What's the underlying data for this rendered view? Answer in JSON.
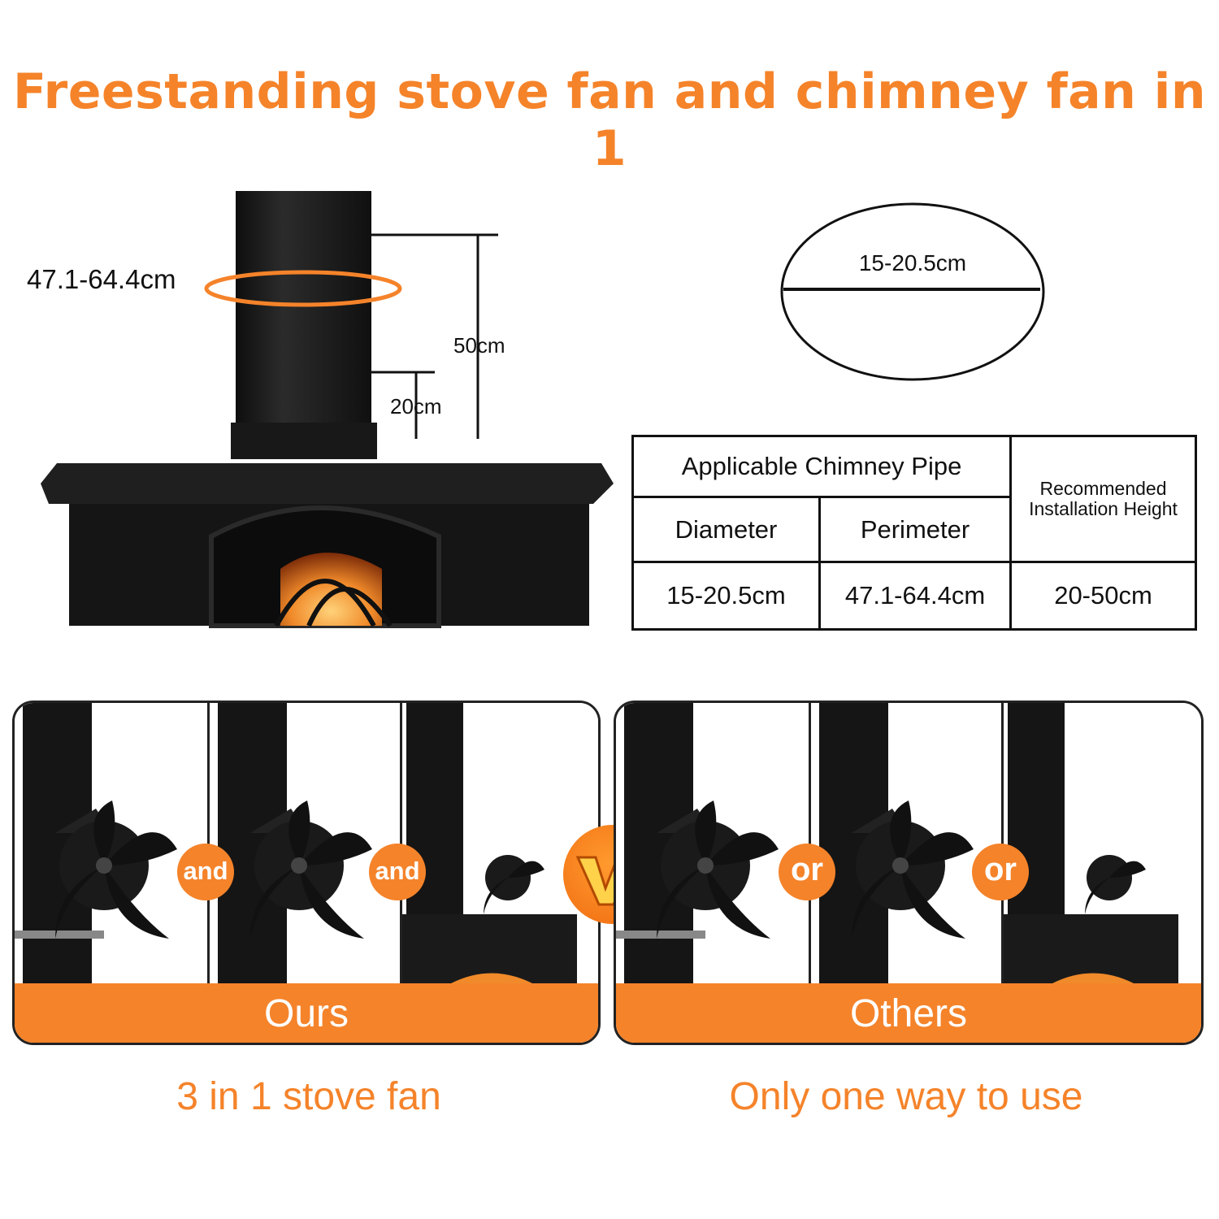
{
  "title": "Freestanding stove fan and chimney fan in 1",
  "diagram": {
    "perimeter_label": "47.1-64.4cm",
    "height_max_label": "50cm",
    "height_min_label": "20cm",
    "diameter_label": "15-20.5cm"
  },
  "spec_table": {
    "header": "Applicable Chimney Pipe",
    "col_diameter": "Diameter",
    "col_perimeter": "Perimeter",
    "col_height": "Recommended Installation Height",
    "val_diameter": "15-20.5cm",
    "val_perimeter": "47.1-64.4cm",
    "val_height": "20-50cm"
  },
  "comparison": {
    "ours_label": "Ours",
    "others_label": "Others",
    "and_label": "and",
    "or_label": "or",
    "ours_caption": "3 in 1 stove fan",
    "others_caption": "Only one way to use"
  },
  "colors": {
    "accent": "#f5832a",
    "stove": "#1c1c1c"
  }
}
